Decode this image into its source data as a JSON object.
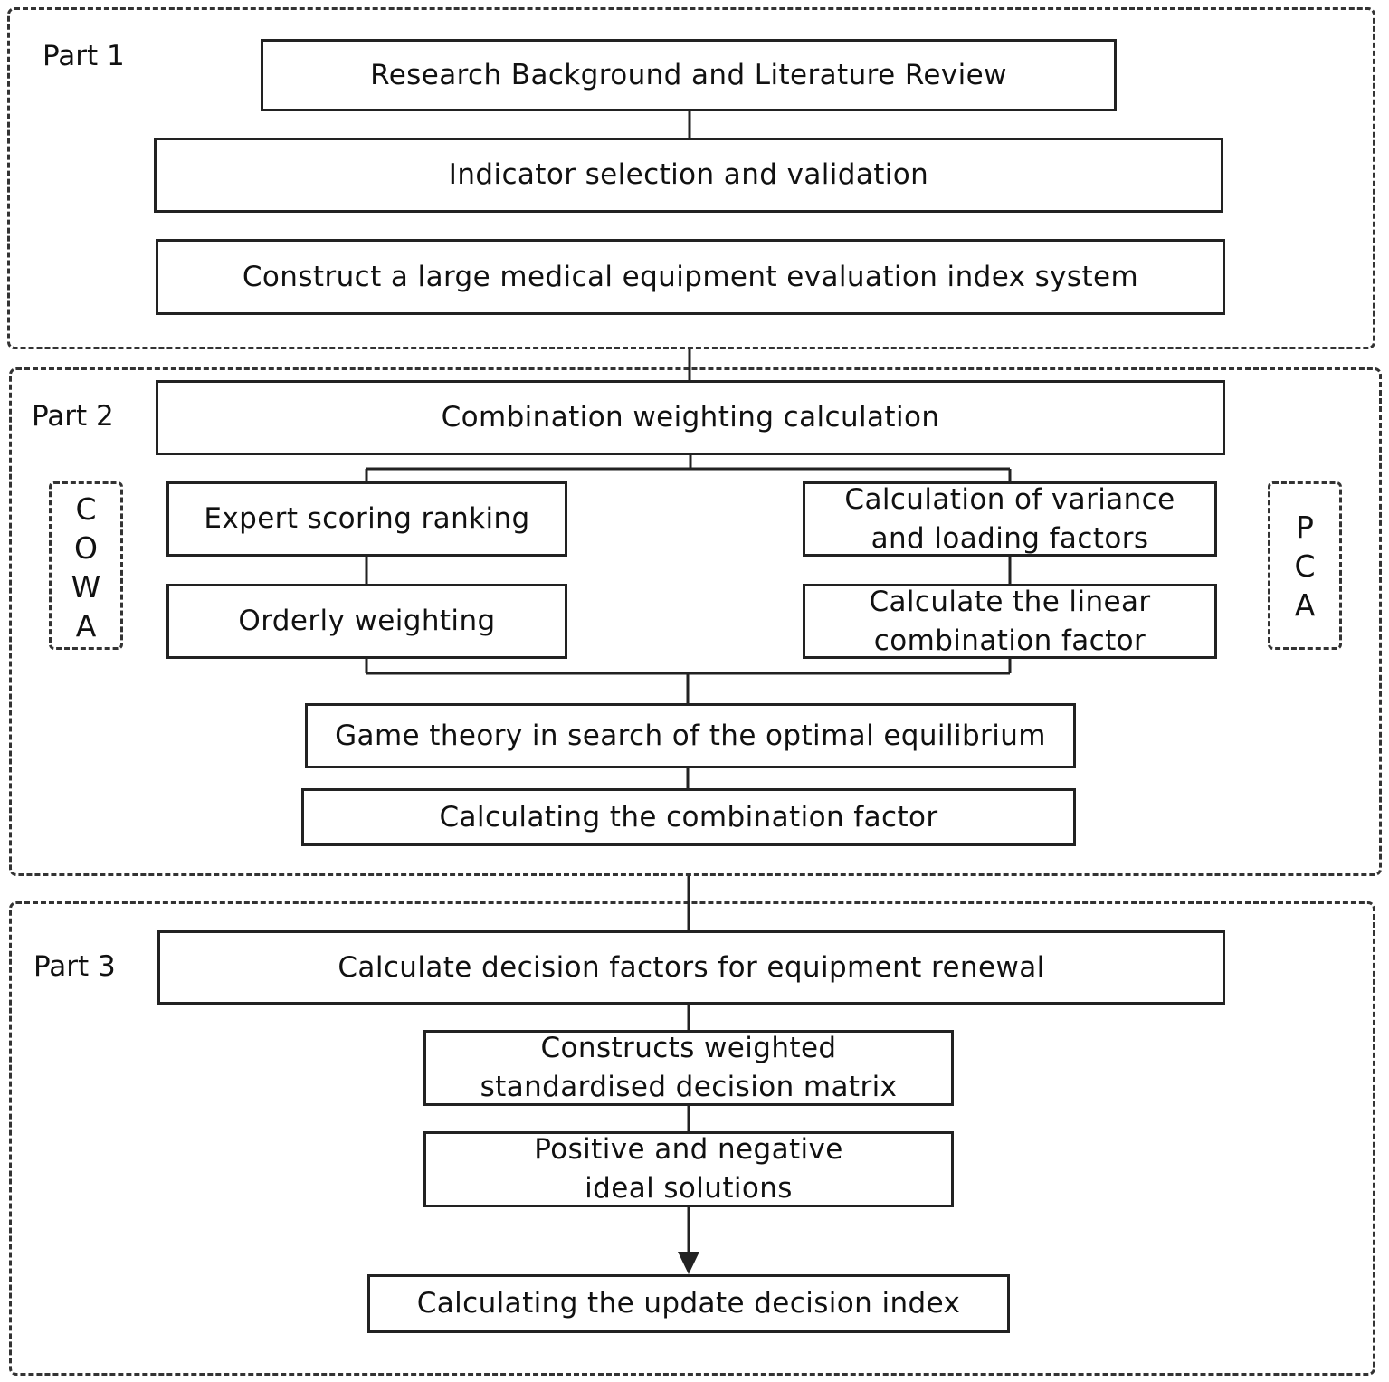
{
  "parts": {
    "part1": {
      "label": "Part 1"
    },
    "part2": {
      "label": "Part 2"
    },
    "part3": {
      "label": "Part 3"
    }
  },
  "side_labels": {
    "cowa": [
      "C",
      "O",
      "W",
      "A"
    ],
    "pca": [
      "P",
      "C",
      "A"
    ]
  },
  "steps": {
    "research_background": "Research Background and Literature Review",
    "indicator_selection": "Indicator selection and validation",
    "construct_index": "Construct a large medical equipment evaluation index system",
    "combination_weighting": "Combination weighting calculation",
    "expert_scoring": "Expert scoring ranking",
    "orderly_weighting": "Orderly weighting",
    "variance_loading": [
      "Calculation of variance",
      "and loading factors"
    ],
    "linear_combination": [
      "Calculate the linear",
      "combination factor"
    ],
    "game_theory": "Game theory in search of the optimal equilibrium",
    "combination_factor": "Calculating the combination factor",
    "decision_factors": "Calculate decision factors for equipment renewal",
    "weighted_matrix": [
      "Constructs weighted",
      "standardised decision matrix"
    ],
    "ideal_solutions": [
      "Positive and negative",
      "ideal solutions"
    ],
    "update_index": "Calculating the update decision index"
  }
}
